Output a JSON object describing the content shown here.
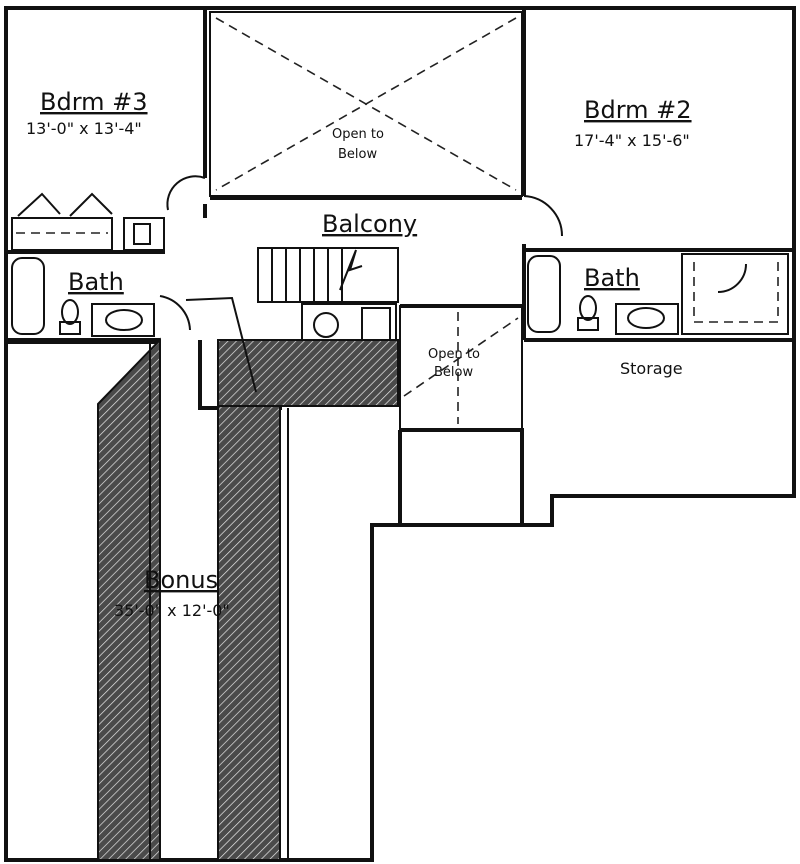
{
  "rooms": {
    "bedroom3": {
      "name": "Bdrm #3",
      "dims": "13'-0\" x 13'-4\""
    },
    "bedroom2": {
      "name": "Bdrm #2",
      "dims": "17'-4\" x 15'-6\""
    },
    "balcony": {
      "name": "Balcony"
    },
    "bath_left": {
      "name": "Bath"
    },
    "bath_right": {
      "name": "Bath"
    },
    "storage": {
      "name": "Storage"
    },
    "bonus": {
      "name": "Bonus",
      "dims": "35'-0\" x 12'-0\""
    },
    "open_top": {
      "line1": "Open to",
      "line2": "Below"
    },
    "open_mid": {
      "line1": "Open to",
      "line2": "Below"
    }
  }
}
